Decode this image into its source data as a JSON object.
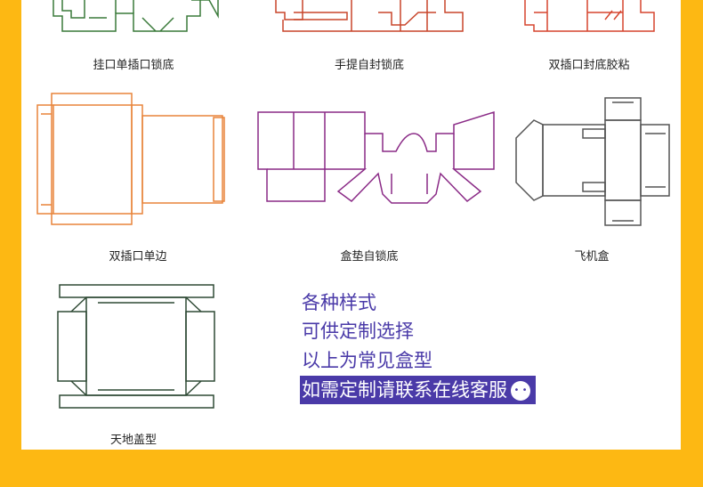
{
  "labels": {
    "box1": "挂口单插口锁底",
    "box2": "手提自封锁底",
    "box3": "双插口封底胶粘",
    "box4": "双插口单边",
    "box5": "盒垫自锁底",
    "box6": "飞机盒",
    "box7": "天地盖型"
  },
  "promo": {
    "line1": "各种样式",
    "line2": "可供定制选择",
    "line3": "以上为常见盒型",
    "line4": "如需定制请联系在线客服",
    "chat_icon": "chat-bubble-icon"
  },
  "colors": {
    "frame": "#fdb813",
    "green": "#3a7a3a",
    "red": "#c8452a",
    "orange": "#e8843a",
    "purple": "#8a2a86",
    "gray": "#555555",
    "darkgreen": "#2f4a35",
    "promo": "#4a3aa8"
  }
}
